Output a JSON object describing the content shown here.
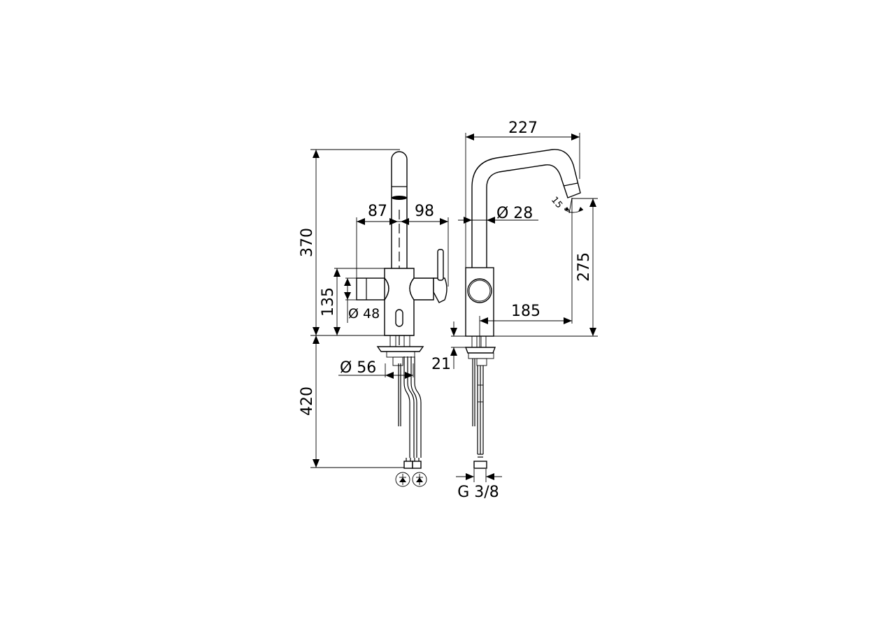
{
  "drawing": {
    "type": "faucet dimension drawing",
    "views": [
      "front-view",
      "side-view"
    ],
    "units": "mm"
  },
  "front_view": {
    "dimensions": {
      "total_height": "370",
      "below_deck": "420",
      "body_height": "135",
      "handle_diameter": "Ø 48",
      "left_offset": "87",
      "right_offset": "98",
      "deck_hole": "Ø 56"
    },
    "symbols": [
      "check-valve",
      "check-valve"
    ]
  },
  "side_view": {
    "dimensions": {
      "reach_total": "227",
      "spout_diameter": "Ø 28",
      "spout_height": "275",
      "reach_from_center": "185",
      "spout_angle": "15 °",
      "max_deck_thickness": "21",
      "connection_thread": "G 3/8"
    }
  }
}
